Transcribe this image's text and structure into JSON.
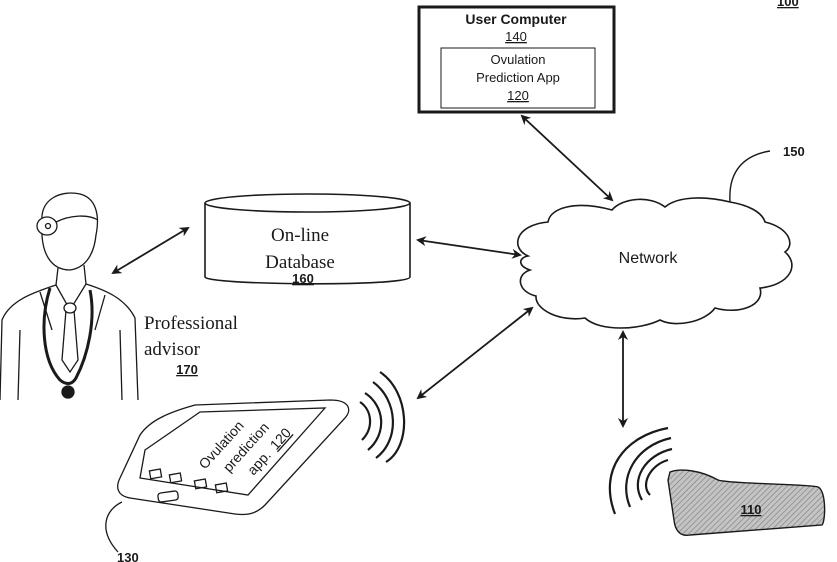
{
  "figure": {
    "ref_number": "100"
  },
  "user_computer": {
    "title": "User Computer",
    "ref": "140",
    "app": {
      "line1": "Ovulation",
      "line2": "Prediction App",
      "ref": "120"
    }
  },
  "network": {
    "label": "Network",
    "ref": "150"
  },
  "database": {
    "line1": "On-line",
    "line2": "Database",
    "ref": "160"
  },
  "advisor": {
    "line1": "Professional",
    "line2": "advisor",
    "ref": "170"
  },
  "phone": {
    "ref": "130",
    "screen_line1": "Ovulation",
    "screen_line2": "prediction",
    "screen_line3": "app.",
    "screen_ref": "120"
  },
  "device": {
    "ref": "110"
  },
  "colors": {
    "ink": "#1a1a1a",
    "device_fill": "#b5b5b5",
    "background": "#ffffff"
  }
}
